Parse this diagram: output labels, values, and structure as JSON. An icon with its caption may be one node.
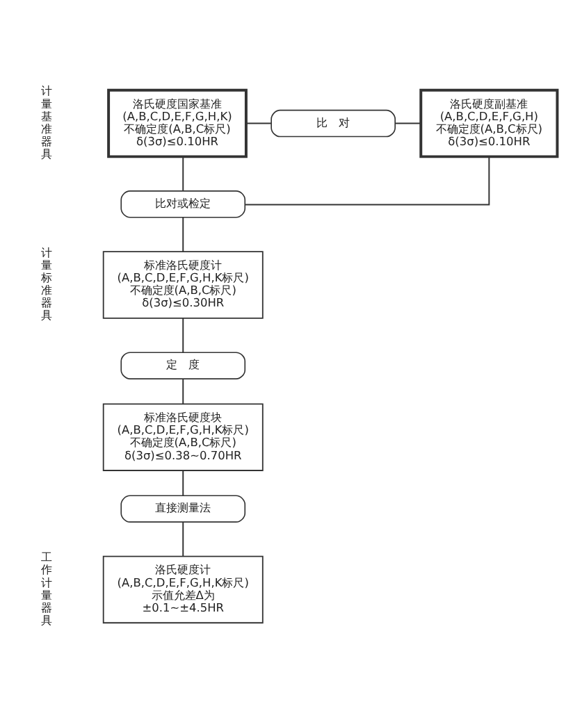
{
  "diagram": {
    "nodes": [
      {
        "text": [
          "洛氏硬度国家基准",
          "(A,B,C,D,E,F,G,H,K)",
          "不确定度(A,B,C标尺)",
          "δ(3σ)≤0.10HR"
        ]
      },
      {
        "text": [
          "比　对"
        ]
      },
      {
        "text": [
          "洛氏硬度副基准",
          "(A,B,C,D,E,F,G,H)",
          "不确定度(A,B,C标尺)",
          "δ(3σ)≤0.10HR"
        ]
      },
      {
        "text": [
          "比对或检定"
        ]
      },
      {
        "text": [
          "标准洛氏硬度计",
          "(A,B,C,D,E,F,G,H,K标尺)",
          "不确定度(A,B,C标尺)",
          "δ(3σ)≤0.30HR"
        ]
      },
      {
        "text": [
          "定　度"
        ]
      },
      {
        "text": [
          "标准洛氏硬度块",
          "(A,B,C,D,E,F,G,H,K标尺)",
          "不确定度(A,B,C标尺)",
          "δ(3σ)≤0.38~0.70HR"
        ]
      },
      {
        "text": [
          "直接测量法"
        ]
      },
      {
        "text": [
          "洛氏硬度计",
          "(A,B,C,D,E,F,G,H,K标尺)",
          "示值允差Δ为",
          "±0.1~±4.5HR"
        ]
      }
    ],
    "edges": [
      {
        "from": 0,
        "to": 1,
        "arrow": "none"
      },
      {
        "from": 1,
        "to": 2,
        "arrow": "none"
      },
      {
        "from": 0,
        "to": 3,
        "arrow": "none"
      },
      {
        "from": 2,
        "to": 3,
        "arrow": "none"
      },
      {
        "from": 3,
        "to": 4,
        "arrow": "none"
      },
      {
        "from": 4,
        "to": 5,
        "arrow": "none"
      },
      {
        "from": 5,
        "to": 6,
        "arrow": "none"
      },
      {
        "from": 6,
        "to": 7,
        "arrow": "none"
      },
      {
        "from": 7,
        "to": 8,
        "arrow": "none"
      }
    ],
    "labels": [
      "计量基准器具",
      "计量标准器具",
      "工作计量器具"
    ]
  }
}
